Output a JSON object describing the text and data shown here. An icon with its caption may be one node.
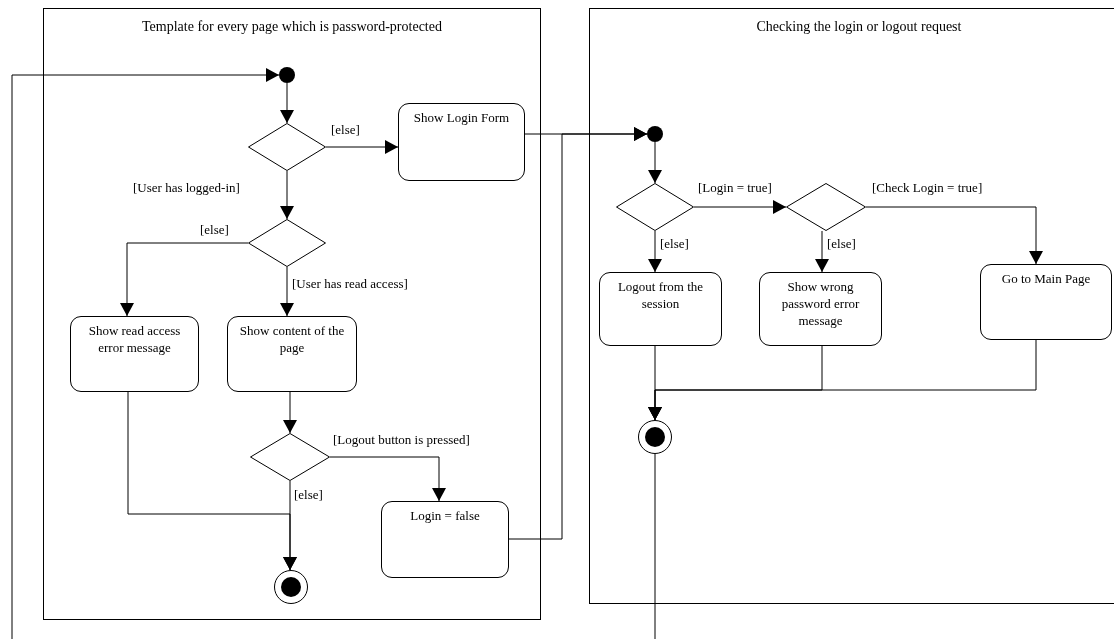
{
  "diagram": {
    "nodes": [
      {
        "text": [
          "Template for every page which is password-protected"
        ]
      },
      {
        "text": [],
        "shape": "circle",
        "in": 0
      },
      {
        "text": [],
        "shape": "diamond",
        "in": 0
      },
      {
        "text": [
          "Show Login Form"
        ],
        "in": 0
      },
      {
        "text": [],
        "shape": "diamond",
        "in": 0
      },
      {
        "text": [
          "Show read access error message"
        ],
        "in": 0
      },
      {
        "text": [
          "Show content of the page"
        ],
        "in": 0
      },
      {
        "text": [],
        "shape": "diamond",
        "in": 0
      },
      {
        "text": [
          "Login = false"
        ],
        "in": 0
      },
      {
        "text": [],
        "shape": "bullseye",
        "in": 0
      },
      {
        "text": [
          "Checking the login or logout request"
        ]
      },
      {
        "text": [],
        "shape": "circle",
        "in": 10
      },
      {
        "text": [],
        "shape": "diamond",
        "in": 10
      },
      {
        "text": [],
        "shape": "diamond",
        "in": 10
      },
      {
        "text": [
          "Logout from the session"
        ],
        "in": 10
      },
      {
        "text": [
          "Show wrong password error message"
        ],
        "in": 10
      },
      {
        "text": [
          "Go to Main Page"
        ],
        "in": 10
      },
      {
        "text": [],
        "shape": "bullseye",
        "in": 10
      }
    ],
    "edges": [
      {
        "from": null,
        "to": 1,
        "arrow": "to"
      },
      {
        "from": 1,
        "to": 2,
        "arrow": "to"
      },
      {
        "from": 2,
        "to": 3,
        "arrow": "to",
        "label": "[else]"
      },
      {
        "from": 2,
        "to": 4,
        "arrow": "to",
        "label": "[User has logged-in]"
      },
      {
        "from": 4,
        "to": 5,
        "arrow": "to",
        "label": "[else]"
      },
      {
        "from": 4,
        "to": 6,
        "arrow": "to",
        "label": "[User has read access]"
      },
      {
        "from": 6,
        "to": 7,
        "arrow": "to"
      },
      {
        "from": 7,
        "to": 8,
        "arrow": "to",
        "label": "[Logout button is pressed]"
      },
      {
        "from": 7,
        "to": 9,
        "arrow": "to",
        "label": "[else]"
      },
      {
        "from": 5,
        "to": 9,
        "arrow": "to"
      },
      {
        "from": 3,
        "to": 11,
        "arrow": "to"
      },
      {
        "from": 8,
        "to": 11,
        "arrow": "to"
      },
      {
        "from": 11,
        "to": 12,
        "arrow": "to"
      },
      {
        "from": 12,
        "to": 13,
        "arrow": "to",
        "label": "[Login = true]"
      },
      {
        "from": 12,
        "to": 14,
        "arrow": "to",
        "label": "[else]"
      },
      {
        "from": 13,
        "to": 15,
        "arrow": "to",
        "label": "[else]"
      },
      {
        "from": 13,
        "to": 16,
        "arrow": "to",
        "label": "[Check Login = true]"
      },
      {
        "from": 14,
        "to": 17,
        "arrow": "to"
      },
      {
        "from": 15,
        "to": 17,
        "arrow": "to"
      },
      {
        "from": 16,
        "to": 17,
        "arrow": "to"
      },
      {
        "from": 17,
        "to": null,
        "arrow": "none"
      }
    ]
  }
}
